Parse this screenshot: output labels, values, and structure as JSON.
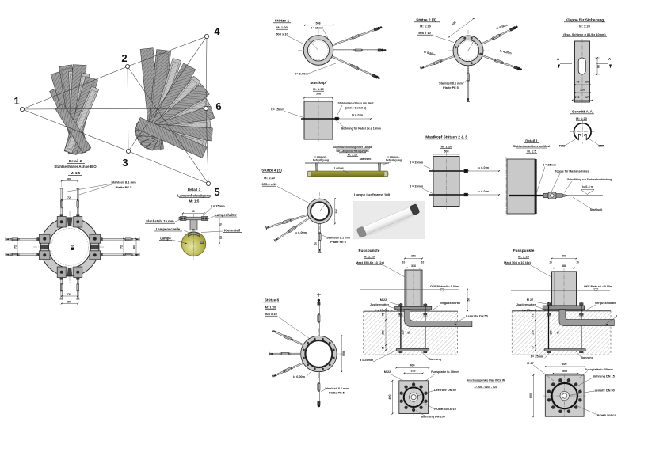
{
  "document": {
    "type": "technical drawing sheet",
    "language": "de"
  },
  "plan": {
    "nodes": [
      "1",
      "2",
      "3",
      "4",
      "5",
      "6"
    ]
  },
  "detail2": {
    "title": "Detail 2",
    "subtitle": "Stahlseilhalter Achse B/O",
    "scale": "M. 1:5",
    "callout1": "Stahlseil 8.1 mm",
    "callout2": "Platte PE 5",
    "dim_outer": "80",
    "dim_inner": "72",
    "dim_inner_b": "72",
    "dim_outer_b": "80",
    "dim_side": "72",
    "dim_side_outer": "80",
    "center_mark": "ø"
  },
  "detail3": {
    "title": "Detail 3",
    "subtitle": "Lampenbefestigung",
    "scale": "M: 1:5",
    "thickness": "t = 15mm",
    "dim_width": "80",
    "holder": "Lampenhalter",
    "flat": "Flachstahl 15 mm",
    "clampband": "Lampenschelle",
    "dim_stem": "30",
    "clamppart": "Klemmteil",
    "lamp": "Lampe",
    "dim_h1": "70",
    "dim_h2": "60"
  },
  "stuetze1": {
    "title": "Stütze 1",
    "scale": "M: 1:20",
    "profile": "508 x 10",
    "dim_top": "508",
    "wall": "t = 15mm",
    "cable_len": "l= 6.00m"
  },
  "mastkopf": {
    "title": "Mastkopf",
    "scale": "M: 1:20",
    "dim_top": "508",
    "wall": "t = 15mm",
    "note1": "Stahlseilanschluss am Mast",
    "note2": "(siehe Detail 1)",
    "len": "l= 6.0 m",
    "bore": "Bohrung für Kabel 2x ø 15mm"
  },
  "schema": {
    "title1": "Schemazeichnung einer Lampe",
    "title2": "mit Lampenbefestigungen",
    "scale": "M: 1:20",
    "left": "Lampen-",
    "left2": "befestigung",
    "cable": "Stahlseil",
    "right": "Lampen-",
    "right2": "befestigung",
    "lamp": "Lampe"
  },
  "stuetze23": {
    "title": "Stütze 2 (3)",
    "scale": "M: 1:20",
    "profile": "508 x 10",
    "dim": "508",
    "len_upper": "l= 5.50m",
    "len_right": "l= 4.20m",
    "len_left": "l= 5.50m",
    "callout1": "Stahlseil 8.1 mm",
    "callout2": "Platte PE 5"
  },
  "mastkopf23": {
    "title": "Mastkopf Stützen 2 & 3",
    "scale": "M: 1:20",
    "dim_top": "508",
    "wall": "t = 15mm",
    "len": "l= 6.0 m"
  },
  "detail1": {
    "title": "Detail 1",
    "subtitle": "Stahlseilanschluss am Mast",
    "scale": "M. 1:5",
    "wall_label": "t = 15mm",
    "toggle": "Toggle für Mastanschluss",
    "gabel": "Gabelfitting zur Stahlseilverbindung",
    "len": "l= 6.3 m",
    "seil": "Stahlseil"
  },
  "klappe": {
    "title": "Klappe für Sicherung",
    "scale": "M: 1:20",
    "note": "(Bsp. Schiene ø 88.9 x 10mm)",
    "dim_side": "80",
    "dim_a1": "60",
    "dim_a2": "60",
    "dim_b": "120",
    "dim_c1": "170",
    "dim_c2": "170",
    "marker": "A"
  },
  "schnitt": {
    "title": "Schnitt A-A",
    "scale": "M: 1:20",
    "label_left": "Falz",
    "label_right": "Stift"
  },
  "lanfranco": {
    "caption": "Lampe Lanfranco 100"
  },
  "stuetze45": {
    "title": "Stütze 4 (5)",
    "scale": "M: 1:20",
    "profile": "355.6 x 10",
    "dim": "356",
    "len": "l= 6.00m",
    "count": "2x",
    "callout1": "Stahlseil 8.1 mm",
    "callout2": "Platte PE 5"
  },
  "stuetze6": {
    "title": "Stütze 6",
    "scale": "M: 1:20",
    "profile": "508 x 10",
    "dim": "508",
    "len": "l= 6.00m",
    "callout1": "Stahlseil 8.1 mm",
    "callout2": "Platte PE 5"
  },
  "fuss1": {
    "title": "Fusspunkte",
    "scale": "M: 1:20",
    "profile": "Mast 355.6x 10 (2x)",
    "dim_od": "356",
    "dim_id": "336",
    "dim_wall1": "10",
    "dim_wall2": "10",
    "okf": "OKF Platz ±0 = 0.00m",
    "depth": "150",
    "bolt": "M 22",
    "nut": "Justiermutter",
    "t25": "t = 25mm",
    "mortar": "Vergussmörtel",
    "pipe": "Leerrohr DN 50",
    "d75a": "75",
    "d250": "250",
    "d75b": "75",
    "d250i": "250",
    "d61": "61",
    "bore": "Bohrung",
    "t25b": "t = 25mm",
    "dim_plate": "400",
    "dim_tube": "356",
    "bolt2": "M 22",
    "plate": "Fussplatte t= 30mm"
  },
  "plate1": {
    "pipe": "Leerrohr DN 50",
    "rohr": "ROHR 355.6*10",
    "bore": "Bohrung DN 100",
    "dim_side": "400"
  },
  "fuss2": {
    "title": "Fusspunkte",
    "scale": "M: 1:20",
    "profile": "Mast 508 x 10 (4x)",
    "dim_od": "508",
    "dim_id": "488",
    "dim_wall1": "10",
    "dim_wall2": "10",
    "okf": "OKF Platz ±0 = 0.00m",
    "bolt": "M 27",
    "nut": "Justiermutter",
    "t25": "t = 25mm",
    "mortar": "Vergussmörtel",
    "pipe": "L",
    "d75a": "75",
    "d250": "250",
    "d75b": "75",
    "d250i": "250",
    "d61": "61",
    "bore": "Bohrung",
    "t25b": "t = 25mm",
    "dim_plate": "600",
    "dim_tube": "508"
  },
  "plate2": {
    "bolt": "M 27",
    "plate": "Fussplatte t= 30mm",
    "bore": "Bohrung DN 15",
    "pipe": "Leerrohr DN 50",
    "rohr": "ROHR 508*10",
    "dim_side": "600"
  },
  "anschluss": {
    "line1": "Anschlusspunkte Plan INCA W",
    "line2": "17.004 - 0105 - 020"
  }
}
